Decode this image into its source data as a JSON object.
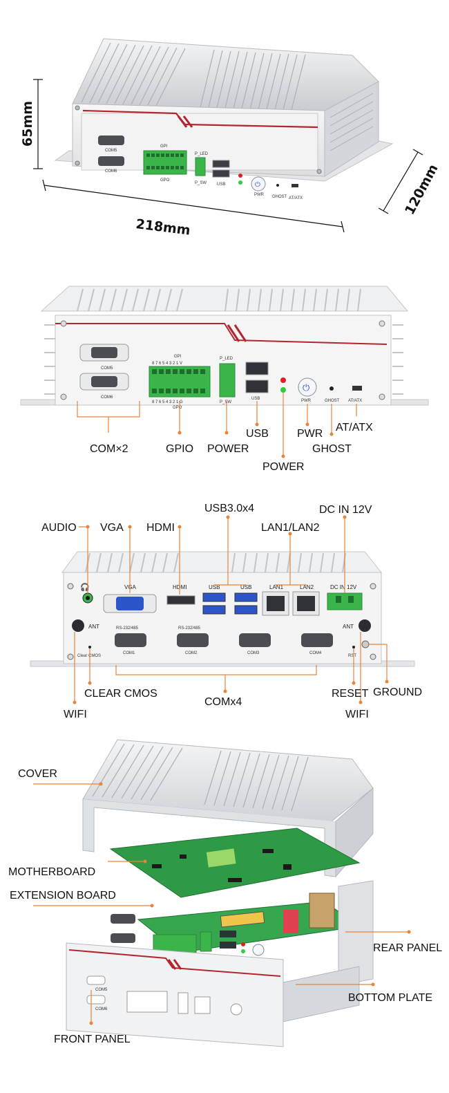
{
  "dimensions": {
    "height": "65mm",
    "width": "218mm",
    "depth": "120mm"
  },
  "front_panel_text": {
    "com5": "COM5",
    "com6": "COM6",
    "gpi": "GPI",
    "gpo": "GPO",
    "gpio_numbers": "8 7 6 5 4 3 2 1 V",
    "gpio_numbers_bottom": "8 7 6 5 4 3 2 1 G",
    "p_led": "P_LED",
    "p_sw": "P_SW",
    "usb": "USB",
    "pwr": "PWR",
    "ghost": "GHOST",
    "at_atx": "AT/ATX"
  },
  "front_callouts": {
    "com": "COM×2",
    "gpio": "GPIO",
    "power_header": "POWER",
    "usb": "USB",
    "pwr": "PWR",
    "ghost": "GHOST",
    "at_atx": "AT/ATX",
    "power_led": "POWER"
  },
  "rear_panel_text": {
    "vga": "VGA",
    "hdmi": "HDMI",
    "usb1": "USB",
    "usb2": "USB",
    "lan1": "LAN1",
    "lan2": "LAN2",
    "dc_in": "DC IN 12V",
    "rs1": "RS-232/485",
    "rs2": "RS-232/485",
    "com1": "COM1",
    "com2": "COM2",
    "com3": "COM3",
    "com4": "COM4",
    "ant_left": "ANT",
    "ant_right": "ANT",
    "clear_cmos": "Clear CMOS",
    "rst": "RST"
  },
  "rear_callouts": {
    "audio": "AUDIO",
    "vga": "VGA",
    "hdmi": "HDMI",
    "usb": "USB3.0x4",
    "lan": "LAN1/LAN2",
    "dc_in": "DC IN 12V",
    "clear_cmos": "CLEAR CMOS",
    "wifi_left": "WIFI",
    "com": "COMx4",
    "reset": "RESET",
    "ground": "GROUND",
    "wifi_right": "WIFI"
  },
  "exploded_callouts": {
    "cover": "COVER",
    "motherboard": "MOTHERBOARD",
    "extension_board": "EXTENSION BOARD",
    "rear_panel": "REAR PANEL",
    "bottom_plate": "BOTTOM PLATE",
    "front_panel": "FRONT PANEL"
  },
  "colors": {
    "accent_red": "#b3262d",
    "terminal_green": "#3bb54a",
    "usb_blue": "#2b55c9",
    "callout_orange": "#e8833a",
    "pcb_green": "#2e9a45"
  }
}
